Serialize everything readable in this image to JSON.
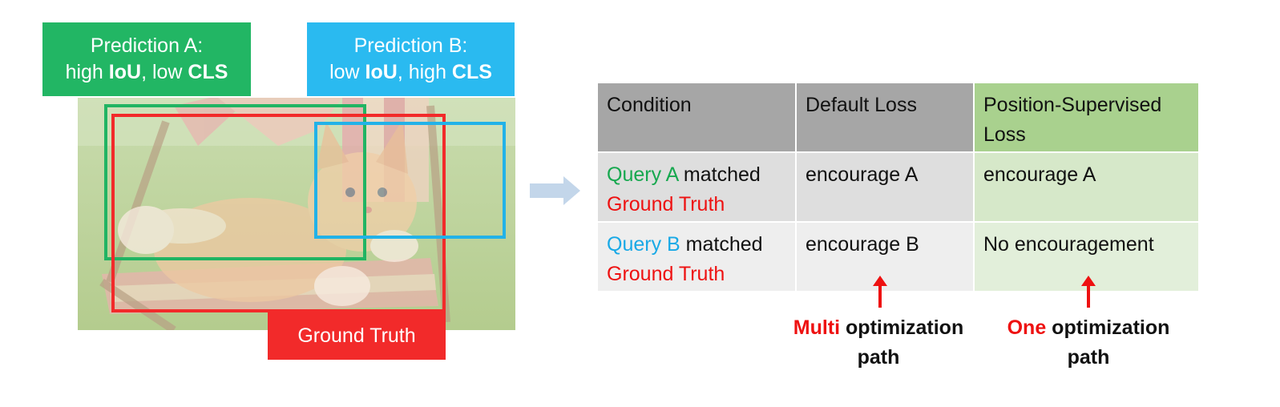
{
  "labels": {
    "prediction_a": {
      "title": "Prediction A:",
      "prefix": "high ",
      "metric1": "IoU",
      "middle": ", low ",
      "metric2": "CLS"
    },
    "prediction_b": {
      "title": "Prediction B:",
      "prefix": "low ",
      "metric1": "IoU",
      "middle": ", high ",
      "metric2": "CLS"
    },
    "ground_truth": "Ground Truth"
  },
  "table": {
    "headers": [
      "Condition",
      "Default Loss",
      "Position-Supervised Loss"
    ],
    "rows": [
      {
        "query": "Query A",
        "matched": " matched",
        "gt": "Ground Truth",
        "default": "encourage A",
        "position": "encourage A"
      },
      {
        "query": "Query B",
        "matched": " matched",
        "gt": "Ground Truth",
        "default": "encourage B",
        "position": "No encouragement"
      }
    ]
  },
  "notes": {
    "default": {
      "highlight": "Multi",
      "rest": " optimization",
      "line2": "path"
    },
    "position": {
      "highlight": "One",
      "rest": " optimization",
      "line2": "path"
    }
  },
  "colors": {
    "green": "#22b664",
    "blue": "#2abaf0",
    "red": "#f22a2a",
    "header_gray": "#a6a6a6",
    "header_green": "#a9d18e"
  },
  "icons": [
    "right-arrow-icon",
    "up-arrow-icon"
  ]
}
